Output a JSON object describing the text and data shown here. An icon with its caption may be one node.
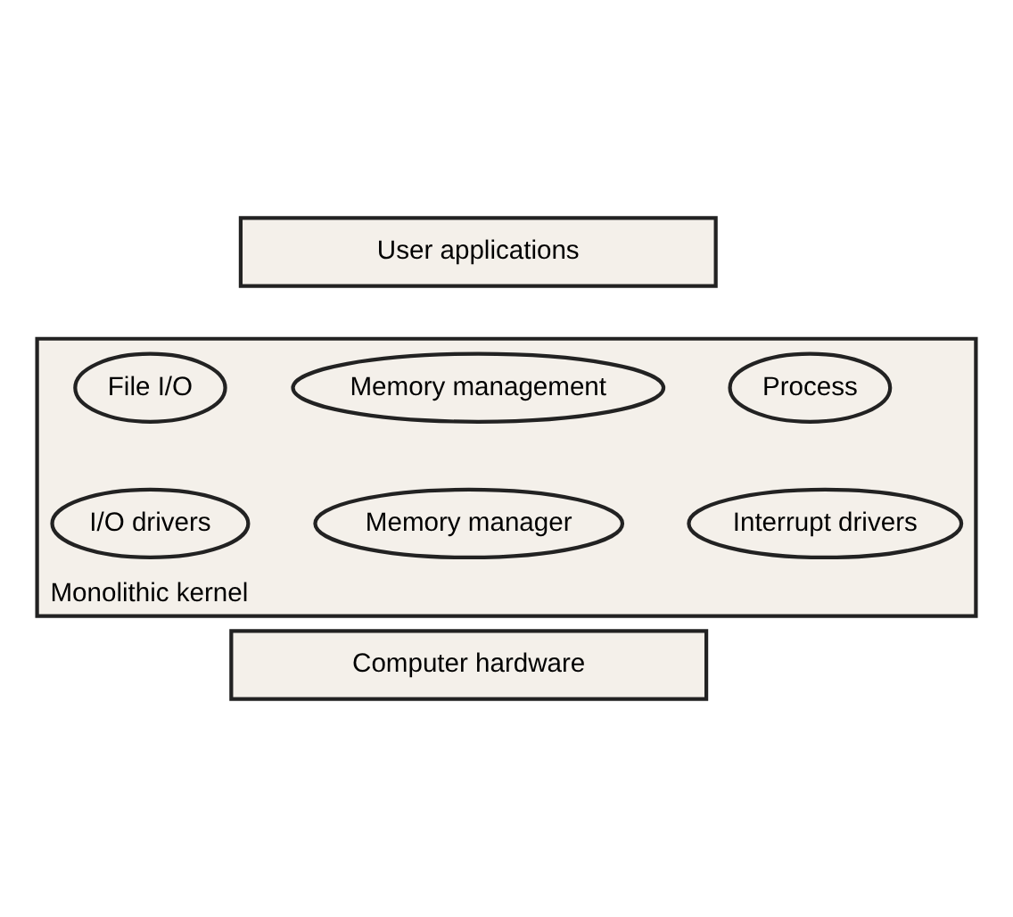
{
  "diagram": {
    "nodes": [
      {
        "text": [
          "User applications"
        ]
      },
      {
        "text": [
          "Monolithic kernel"
        ]
      },
      {
        "text": [
          "File I/O"
        ],
        "in": 1
      },
      {
        "text": [
          "Memory management"
        ],
        "in": 1
      },
      {
        "text": [
          "Process"
        ],
        "in": 1
      },
      {
        "text": [
          "I/O drivers"
        ],
        "in": 1
      },
      {
        "text": [
          "Memory manager"
        ],
        "in": 1
      },
      {
        "text": [
          "Interrupt drivers"
        ],
        "in": 1
      },
      {
        "text": [
          "Computer hardware"
        ]
      }
    ]
  }
}
